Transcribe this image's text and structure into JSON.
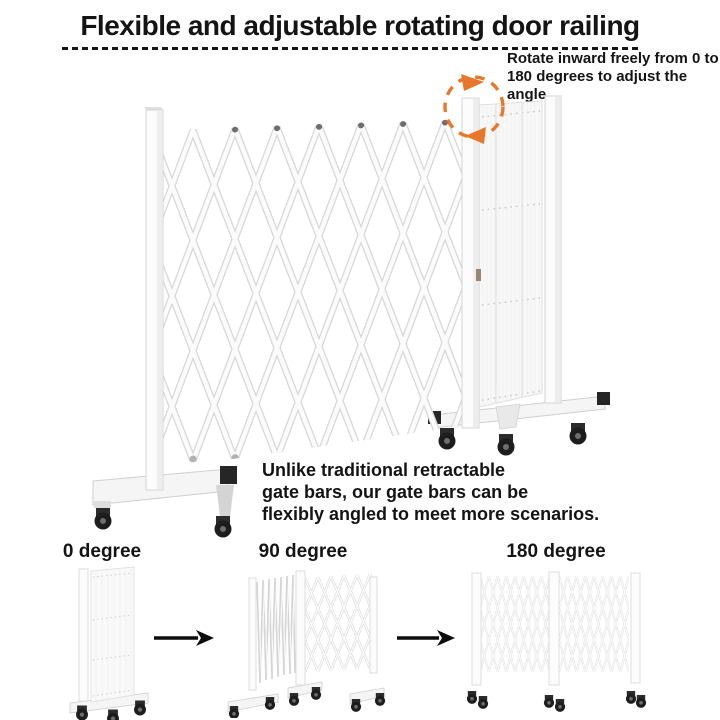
{
  "title": "Flexible and adjustable rotating door railing",
  "rotate_annotation": {
    "text": "Rotate inward freely from 0 to 180 degrees to adjust the angle",
    "icon": "rotation-dashed-circle-arrow"
  },
  "main_note": {
    "text": "Unlike traditional retractable\ngate bars, our gate bars can be\nflexibly angled to meet more scenarios."
  },
  "stages": {
    "items": [
      {
        "label": "0 degree",
        "image": "gate-folded-closed"
      },
      {
        "label": "90 degree",
        "image": "gate-angled-90-degrees"
      },
      {
        "label": "180 degree",
        "image": "gate-fully-extended"
      }
    ],
    "transition_icon": "right-arrow"
  },
  "colors": {
    "accent": "#E8772B",
    "text": "#141414",
    "arrow": "#0d0d0d",
    "gate_fill": "#fbfbfb",
    "gate_outline": "#d6d6d6",
    "caster": "#1d1d1d"
  }
}
